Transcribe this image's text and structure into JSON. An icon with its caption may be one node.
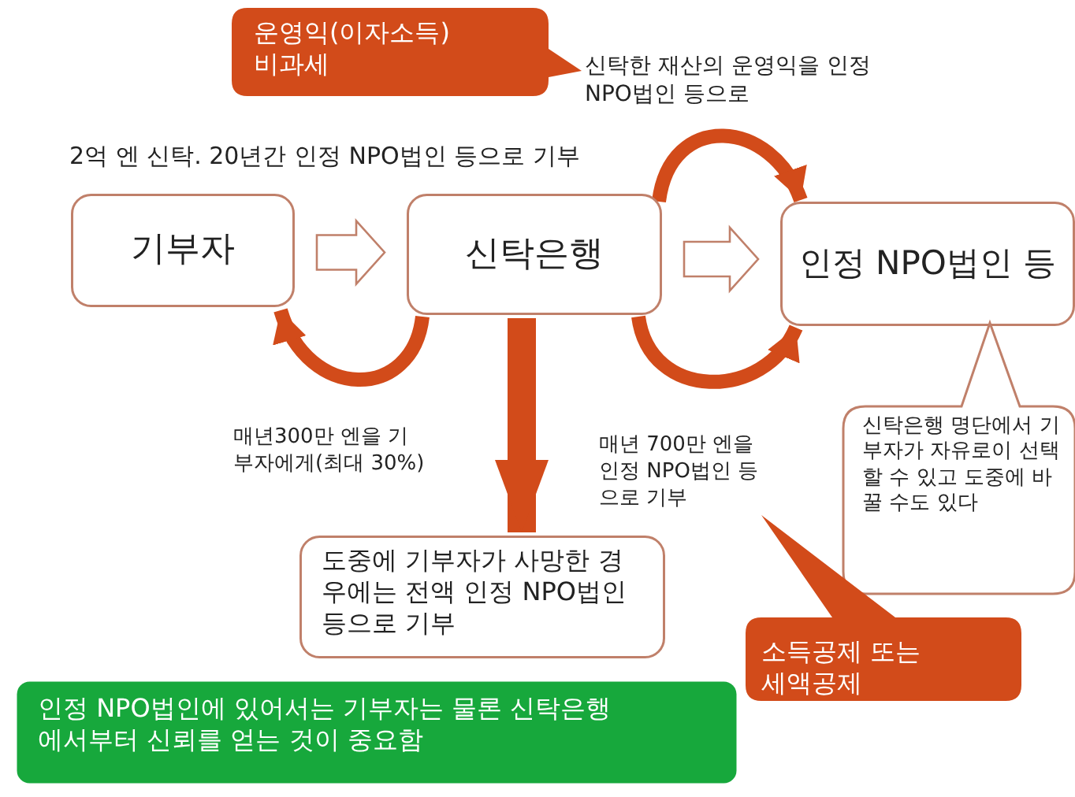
{
  "diagram": {
    "nodes": [
      {
        "text": [
          "기부자"
        ]
      },
      {
        "text": [
          "신탁은행"
        ]
      },
      {
        "text": [
          "인정 NPO법인 등"
        ]
      },
      {
        "text": [
          "운영익(이자소득) 비과세"
        ],
        "beside": [
          "신탁한 재산의 운영익을 인정 NPO법인 등으로"
        ]
      },
      {
        "text": [
          "도중에 기부자가 사망한 경우에는 전액 인정 NPO법인 등으로 기부"
        ]
      },
      {
        "text": [
          "신탁은행 명단에서 기부자가 자유로이 선택할 수 있고 도중에 바꿀 수도 있다"
        ]
      },
      {
        "text": [
          "소득공제 또는 세액공제"
        ]
      },
      {
        "text": [
          "인정 NPO법인에 있어서는 기부자는 물론 신탁은행에서부터 신뢰를 얻는 것이 중요함"
        ]
      }
    ],
    "edges": [
      {
        "from": 0,
        "to": 1,
        "arrow": "to"
      },
      {
        "from": 1,
        "to": 2,
        "arrow": "to"
      },
      {
        "from": 1,
        "to": 2,
        "arrow": "to"
      },
      {
        "from": 1,
        "to": 0,
        "arrow": "to"
      },
      {
        "from": 1,
        "to": 2,
        "arrow": "to"
      },
      {
        "from": 1,
        "to": 4,
        "arrow": "to",
        "style": "thick"
      }
    ],
    "labels": [
      "2억 엔 신탁. 20년간 인정 NPO법인 등으로 기부",
      "매년300만 엔을 기부자에게(최대 30%)",
      "매년 700만 엔을 인정 NPO법인 등으로 기부"
    ]
  }
}
